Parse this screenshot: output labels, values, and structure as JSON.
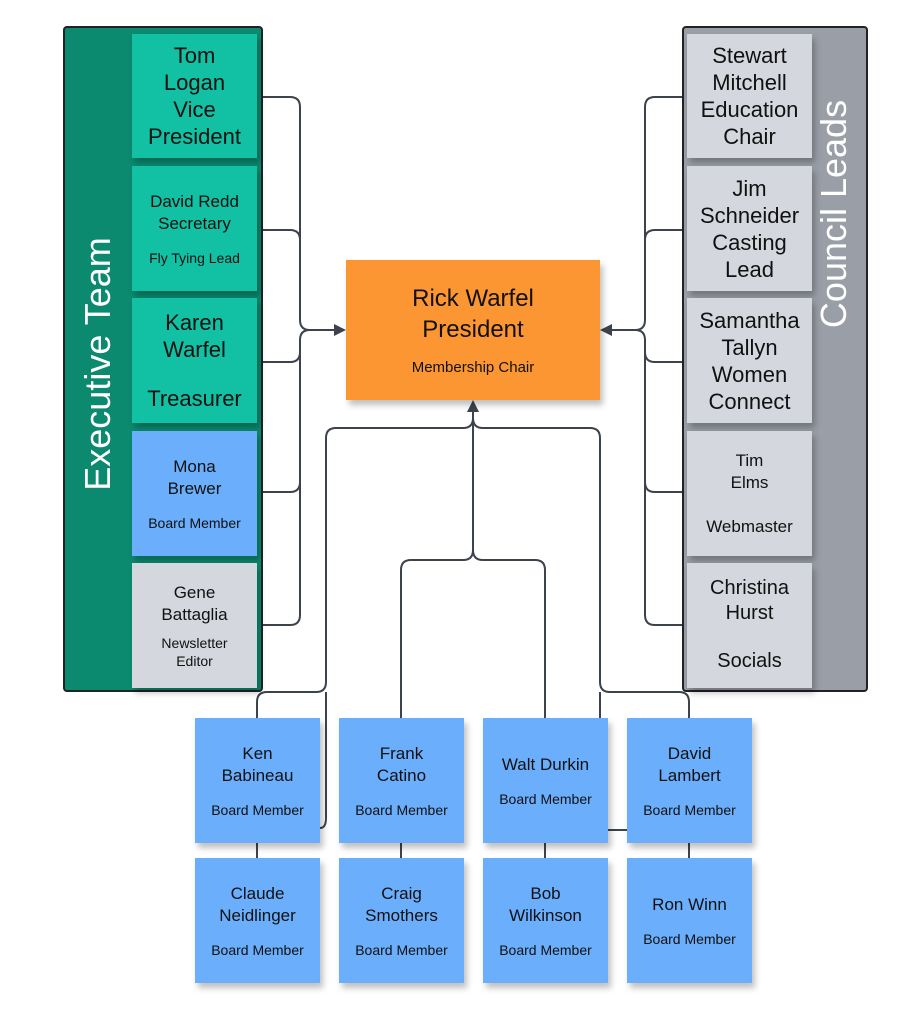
{
  "colors": {
    "exec_panel": "#0b8a6f",
    "teal": "#12c0a3",
    "blue": "#6aaefc",
    "gray": "#d4d7dd",
    "council_panel": "#9a9ea6",
    "president": "#fb9632",
    "connector": "#3d434c"
  },
  "executive": {
    "title": "Executive Team",
    "members": [
      {
        "name": "Tom Logan Vice President",
        "role": ""
      },
      {
        "name": "David Redd Secretary",
        "role": "Fly Tying Lead"
      },
      {
        "name": "Karen Warfel",
        "role": "Treasurer"
      },
      {
        "name": "Mona Brewer",
        "role": "Board Member"
      },
      {
        "name": "Gene Battaglia",
        "role": "Newsletter Editor"
      }
    ]
  },
  "council": {
    "title": "Council Leads",
    "members": [
      {
        "name": "Stewart Mitchell Education Chair",
        "role": ""
      },
      {
        "name": "Jim Schneider Casting Lead",
        "role": ""
      },
      {
        "name": "Samantha Tallyn Women Connect",
        "role": ""
      },
      {
        "name": "Tim Elms",
        "role": "Webmaster"
      },
      {
        "name": "Christina Hurst",
        "role": "Socials"
      }
    ]
  },
  "president": {
    "name": "Rick Warfel President",
    "role": "Membership Chair"
  },
  "board": [
    {
      "name": "Ken Babineau",
      "role": "Board Member"
    },
    {
      "name": "Frank Catino",
      "role": "Board Member"
    },
    {
      "name": "Walt Durkin",
      "role": "Board Member"
    },
    {
      "name": "David Lambert",
      "role": "Board Member"
    },
    {
      "name": "Claude Neidlinger",
      "role": "Board Member"
    },
    {
      "name": "Craig Smothers",
      "role": "Board Member"
    },
    {
      "name": "Bob Wilkinson",
      "role": "Board Member"
    },
    {
      "name": "Ron Winn",
      "role": "Board Member"
    }
  ]
}
